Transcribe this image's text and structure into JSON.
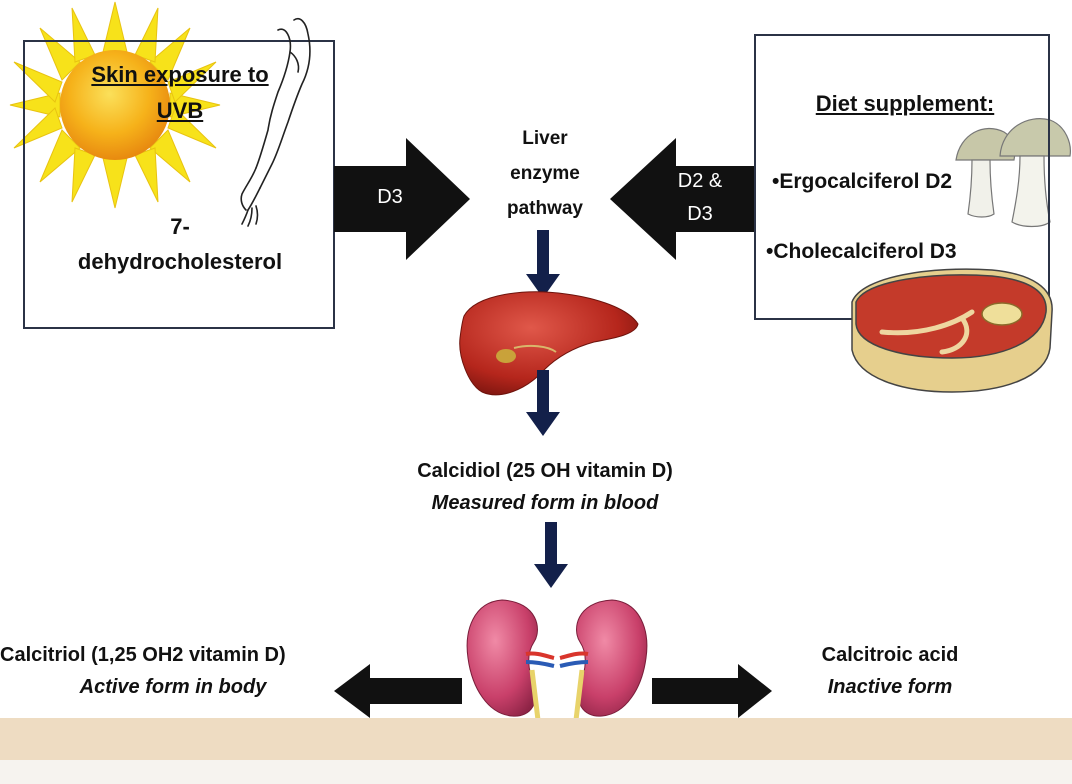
{
  "skin_box": {
    "title_line1": "Skin exposure to",
    "title_line2": "UVB",
    "compound_line1": "7-",
    "compound_line2": "dehydrocholesterol"
  },
  "arrow_left": {
    "label": "D3"
  },
  "liver_pathway": {
    "line1": "Liver",
    "line2": "enzyme",
    "line3": "pathway"
  },
  "arrow_right": {
    "label_line1": "D2 &",
    "label_line2": "D3"
  },
  "diet_box": {
    "title": "Diet supplement:",
    "item1": "•Ergocalciferol D2",
    "item2": "•Cholecalciferol D3"
  },
  "calcidiol": {
    "name": "Calcidiol (25 OH vitamin D)",
    "note": "Measured form in blood"
  },
  "calcitriol": {
    "name": "Calcitriol (1,25 OH2 vitamin D)",
    "note": "Active form in body"
  },
  "calcitroic": {
    "name": "Calcitroic acid",
    "note": "Inactive form"
  },
  "colors": {
    "box_border": "#2b3346",
    "arrow_black": "#111111",
    "arrow_navy": "#13204a",
    "sun_yellow": "#f7e21a",
    "liver_red": "#b5261c",
    "kidney_pink": "#c9406a",
    "floor": "#eedcc2"
  },
  "icons": [
    "sun-icon",
    "arm-icon",
    "mushroom-icon",
    "steak-icon",
    "liver-icon",
    "kidneys-icon"
  ]
}
